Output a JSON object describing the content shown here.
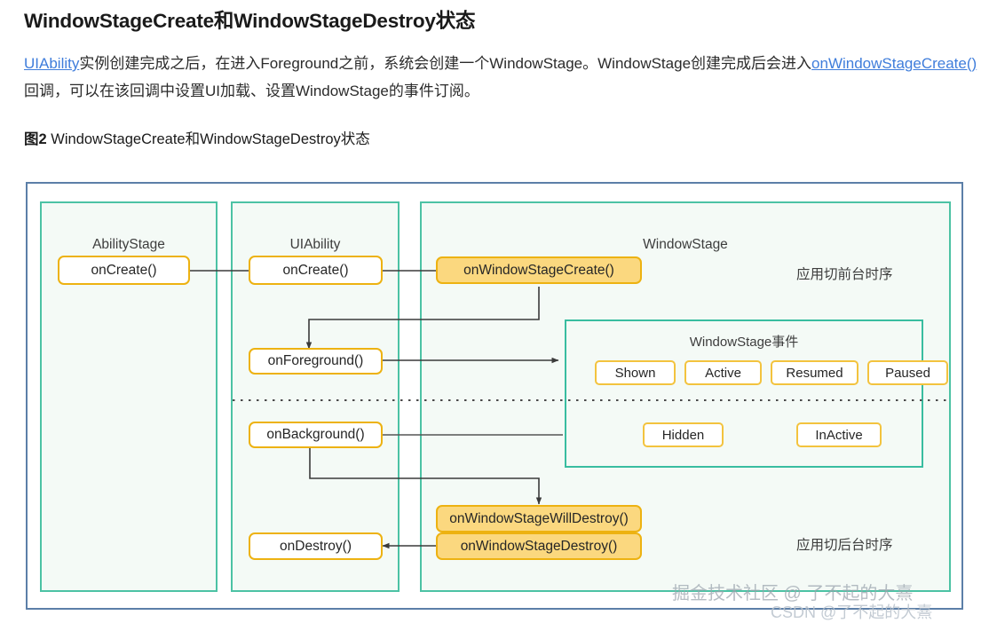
{
  "article": {
    "title": "WindowStageCreate和WindowStageDestroy状态",
    "paragraph": {
      "link1": "UIAbility",
      "text1": "实例创建完成之后，在进入Foreground之前，系统会创建一个WindowStage。WindowStage创建完成后会进入",
      "link2": "onWindowStageCreate()",
      "text2": "回调，可以在该回调中设置UI加载、设置WindowStage的事件订阅。"
    },
    "figure_caption_number": "图2",
    "figure_caption_text": " WindowStageCreate和WindowStageDestroy状态"
  },
  "diagram": {
    "lanes": [
      {
        "id": "abilitystage",
        "title": "AbilityStage"
      },
      {
        "id": "uiability",
        "title": "UIAbility"
      },
      {
        "id": "windowstage",
        "title": "WindowStage"
      }
    ],
    "nodes": {
      "abilitystage_oncreate": "onCreate()",
      "uiability_oncreate": "onCreate()",
      "onwindowstagecreate": "onWindowStageCreate()",
      "onforeground": "onForeground()",
      "onbackground": "onBackground()",
      "onwindowstagewilldestroy": "onWindowStageWillDestroy()",
      "onwindowstagedestroy": "onWindowStageDestroy()",
      "ondestroy": "onDestroy()"
    },
    "events_panel": {
      "title": "WindowStage事件",
      "row_active": [
        "Shown",
        "Active",
        "Resumed",
        "Paused"
      ],
      "row_inactive": [
        "Hidden",
        "InActive"
      ]
    },
    "annotations": {
      "foreground_sequence": "应用切前台时序",
      "background_sequence": "应用切后台时序"
    },
    "colors": {
      "outer_border": "#5c7fa8",
      "lane_border": "#4cc2a4",
      "lane_fill": "#f4faf6",
      "node_border": "#edb211",
      "node_amber_fill": "#fbd87f",
      "node_white_fill": "#ffffff",
      "arrow": "#3a3a3a",
      "link_text": "#3f7ddb"
    }
  },
  "watermarks": {
    "juejin": "掘金技术社区 @ 了不起的大熹",
    "csdn": "CSDN @了不起的大熹"
  }
}
